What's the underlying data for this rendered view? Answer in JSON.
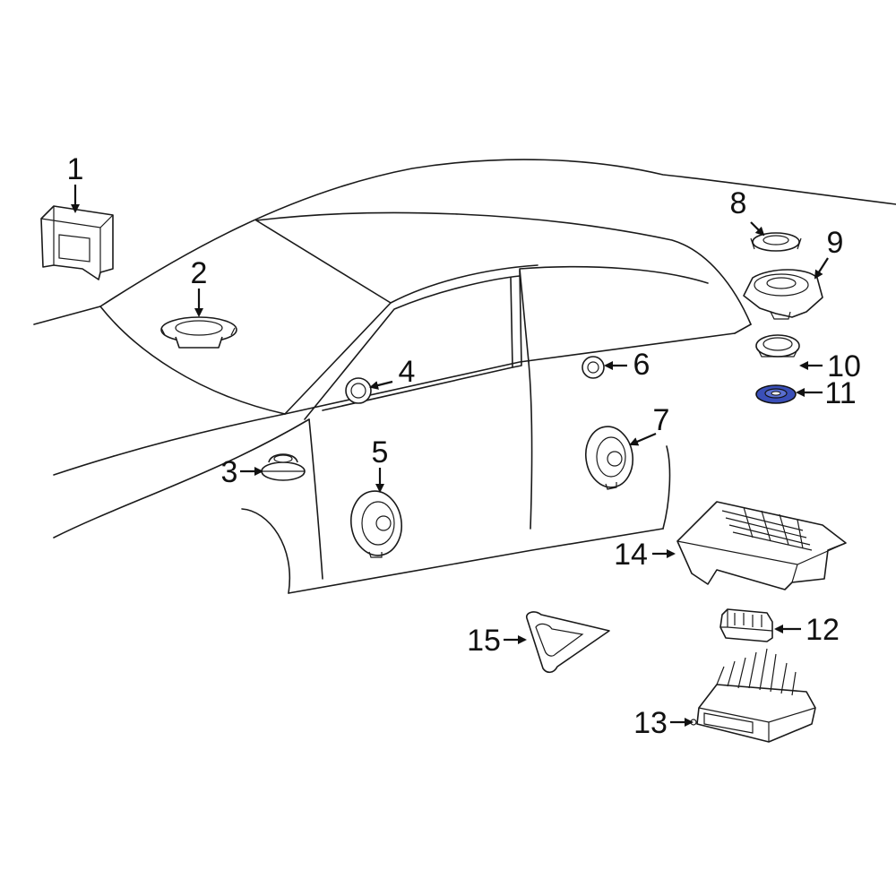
{
  "diagram": {
    "highlight_color": "#3a4fb8",
    "highlighted_callout": "11",
    "callouts": [
      {
        "id": "1",
        "label": "1"
      },
      {
        "id": "2",
        "label": "2"
      },
      {
        "id": "3",
        "label": "3"
      },
      {
        "id": "4",
        "label": "4"
      },
      {
        "id": "5",
        "label": "5"
      },
      {
        "id": "6",
        "label": "6"
      },
      {
        "id": "7",
        "label": "7"
      },
      {
        "id": "8",
        "label": "8"
      },
      {
        "id": "9",
        "label": "9"
      },
      {
        "id": "10",
        "label": "10"
      },
      {
        "id": "11",
        "label": "11"
      },
      {
        "id": "12",
        "label": "12"
      },
      {
        "id": "13",
        "label": "13"
      },
      {
        "id": "14",
        "label": "14"
      },
      {
        "id": "15",
        "label": "15"
      }
    ]
  }
}
